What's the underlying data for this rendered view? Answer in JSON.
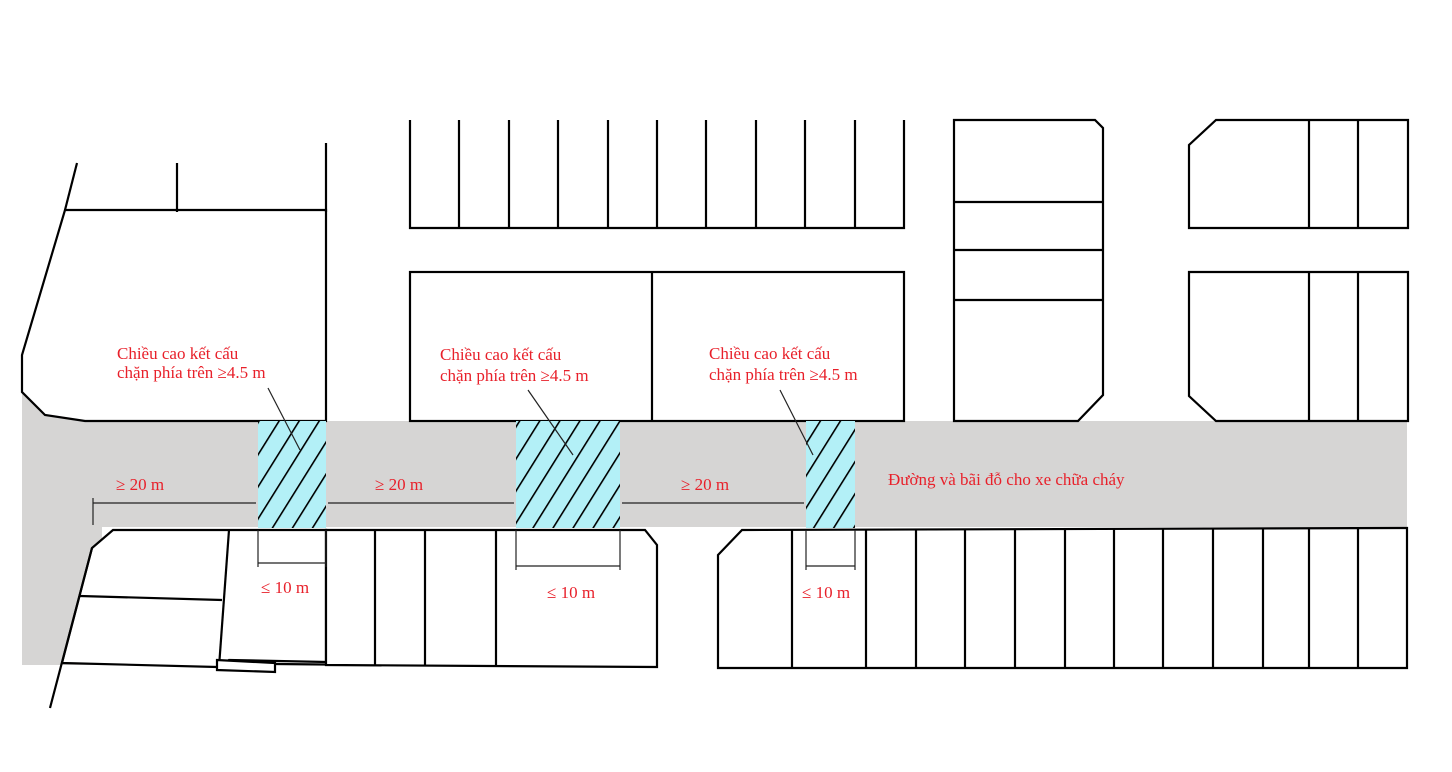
{
  "labels": {
    "clearance_1_line1": "Chiều cao kết cấu",
    "clearance_1_line2": "chặn phía trên ≥4.5 m",
    "clearance_2_line1": "Chiều cao kết cấu",
    "clearance_2_line2": "chặn phía trên ≥4.5 m",
    "clearance_3_line1": "Chiều cao kết cấu",
    "clearance_3_line2": "chặn phía trên ≥4.5 m",
    "spacing_1": "≥ 20 m",
    "spacing_2": "≥ 20 m",
    "spacing_3": "≥ 20 m",
    "width_1": "≤ 10 m",
    "width_2": "≤ 10 m",
    "width_3": "≤ 10 m",
    "road": "Đường và bãi đỗ cho xe chữa cháy"
  },
  "colors": {
    "road": "#d6d5d4",
    "passage": "#b3f0f7",
    "label": "#e8202a"
  }
}
